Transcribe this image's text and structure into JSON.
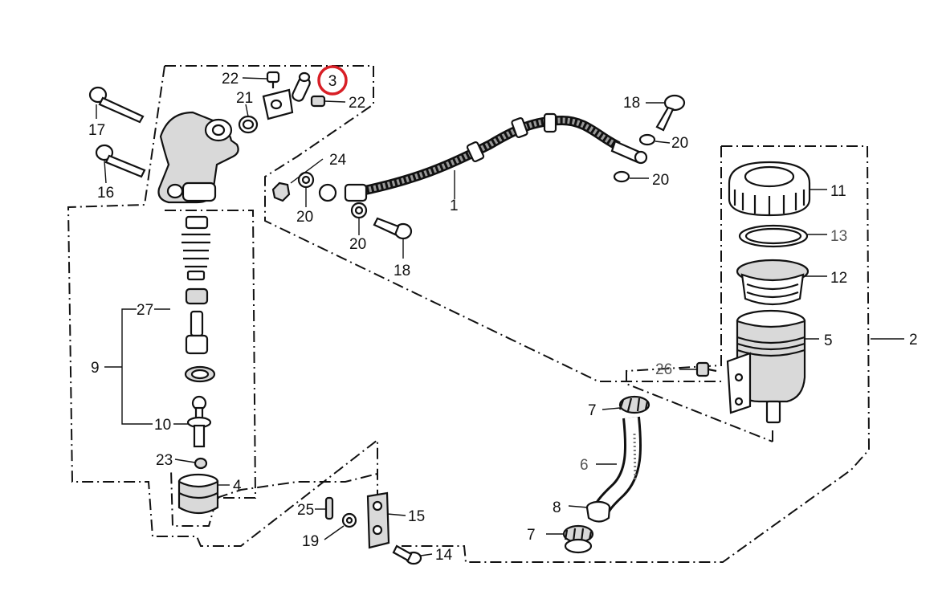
{
  "diagram": {
    "highlight_color": "#d81f26",
    "highlighted_callout": "3",
    "callouts": {
      "c1": "1",
      "c2": "2",
      "c3": "3",
      "c4": "4",
      "c5": "5",
      "c6": "6",
      "c7a": "7",
      "c7b": "7",
      "c8": "8",
      "c9": "9",
      "c10": "10",
      "c11": "11",
      "c12": "12",
      "c13": "13",
      "c14": "14",
      "c15": "15",
      "c16": "16",
      "c17": "17",
      "c18a": "18",
      "c18b": "18",
      "c19": "19",
      "c20a": "20",
      "c20b": "20",
      "c20c": "20",
      "c20d": "20",
      "c21": "21",
      "c22a": "22",
      "c22b": "22",
      "c23": "23",
      "c24": "24",
      "c25": "25",
      "c26": "26",
      "c27": "27"
    }
  }
}
